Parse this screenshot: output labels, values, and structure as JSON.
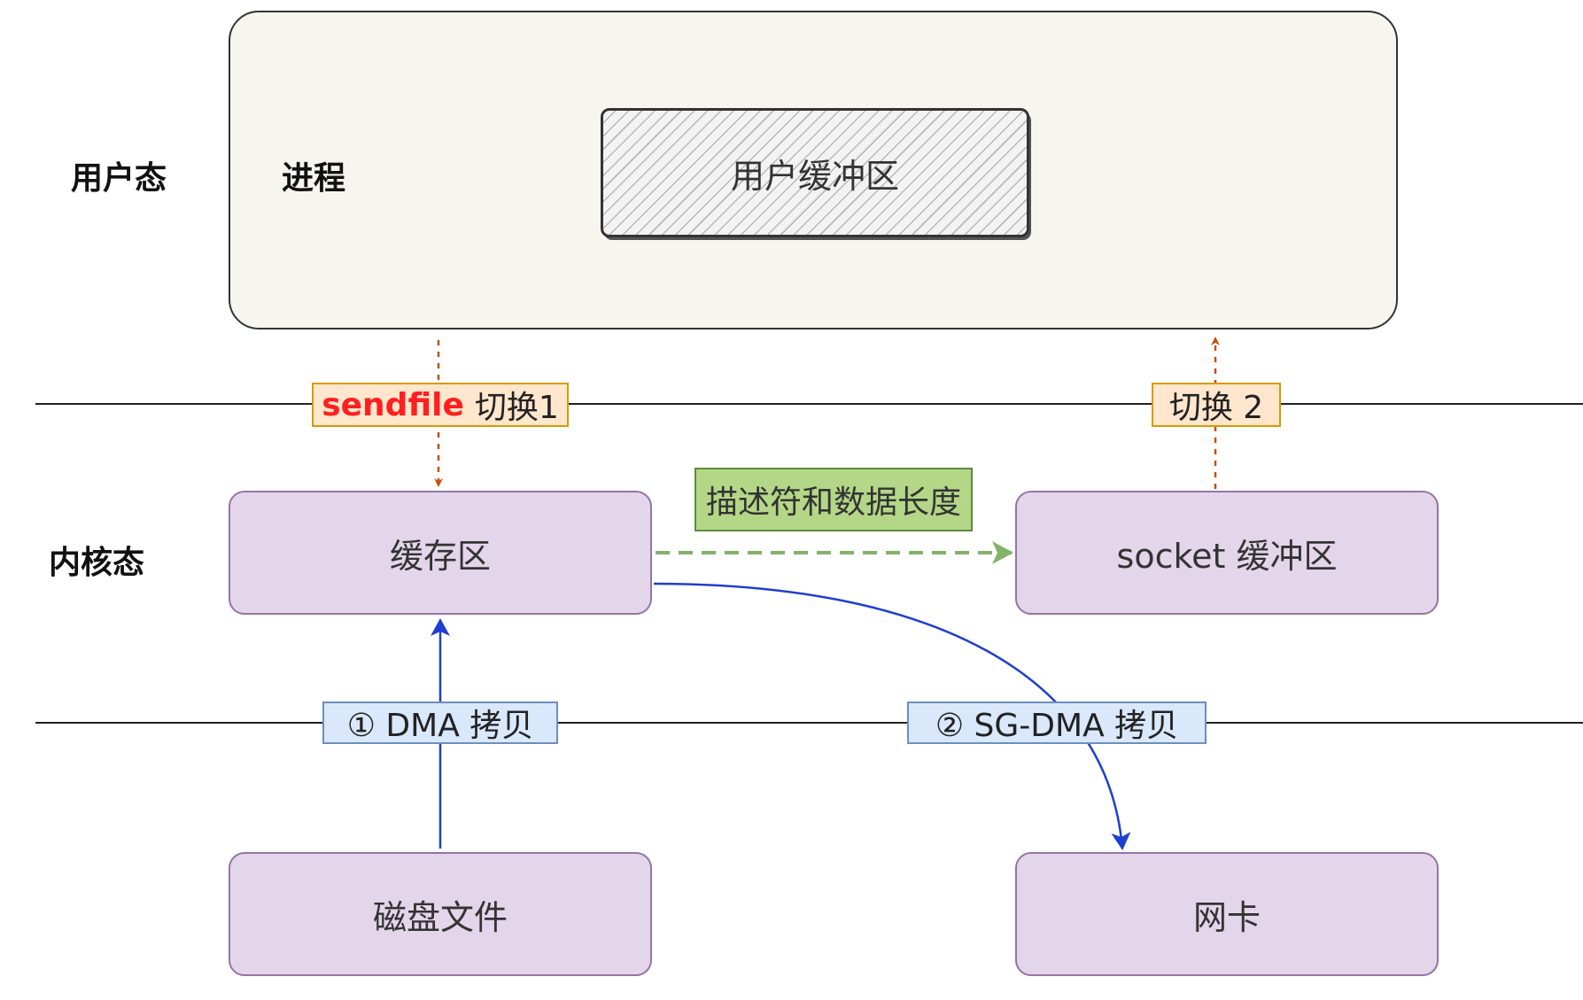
{
  "layers": {
    "user": "用户态",
    "kernel": "内核态"
  },
  "process": {
    "label": "进程",
    "user_buffer": "用户缓冲区"
  },
  "kernel_boxes": {
    "cache": "缓存区",
    "socket_buffer": "socket 缓冲区"
  },
  "hardware": {
    "disk": "磁盘文件",
    "nic": "网卡"
  },
  "tags": {
    "switch1_keyword": "sendfile",
    "switch1_text": "切换1",
    "switch2": "切换 2",
    "descriptor": "描述符和数据长度",
    "dma_copy": "① DMA 拷贝",
    "sg_dma_copy": "② SG-DMA 拷贝"
  },
  "colors": {
    "process_fill": "#f6f5ef",
    "kernel_fill": "#e3d6ea",
    "switch_arrow": "#c6500a",
    "dma_arrow": "#1f3fcf",
    "descriptor_arrow": "#82b366",
    "highlight_text": "#ff1f1f"
  }
}
